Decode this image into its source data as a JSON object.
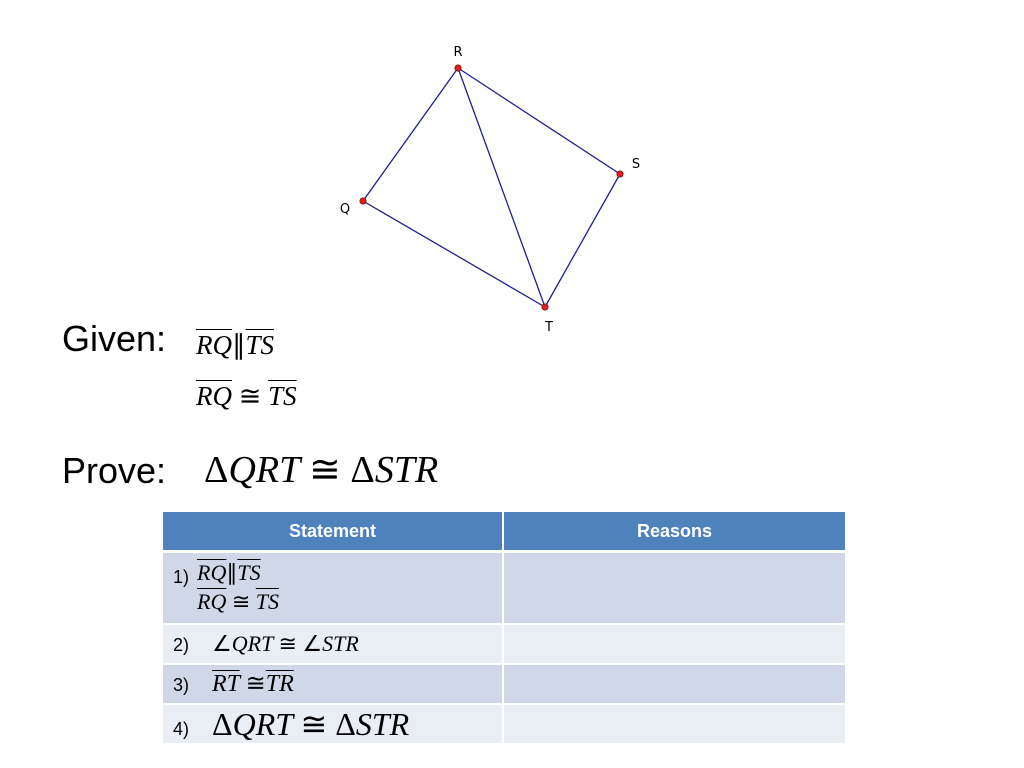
{
  "diagram": {
    "points": [
      {
        "id": "R",
        "label": "R"
      },
      {
        "id": "S",
        "label": "S"
      },
      {
        "id": "Q",
        "label": "Q"
      },
      {
        "id": "T",
        "label": "T"
      }
    ],
    "segments": [
      [
        "R",
        "S"
      ],
      [
        "S",
        "T"
      ],
      [
        "T",
        "Q"
      ],
      [
        "Q",
        "R"
      ],
      [
        "R",
        "T"
      ]
    ],
    "line_color": "#1f1f8f",
    "point_color": "#e02020"
  },
  "given": {
    "label": "Given:",
    "line1": {
      "a": "RQ",
      "rel": "∥",
      "b": "TS"
    },
    "line2": {
      "a": "RQ",
      "rel": "≅",
      "b": "TS"
    }
  },
  "prove": {
    "label": "Prove:",
    "tri": "Δ",
    "a": "QRT",
    "rel": "≅",
    "b": "STR"
  },
  "table": {
    "headers": [
      "Statement",
      "Reasons"
    ],
    "rows": [
      {
        "num": "1)",
        "line1": {
          "a": "RQ",
          "rel": "∥",
          "b": "TS"
        },
        "line2": {
          "a": "RQ",
          "rel": "≅",
          "b": "TS"
        },
        "reason": ""
      },
      {
        "num": "2)",
        "angle": "∠",
        "a": "QRT",
        "rel": "≅",
        "b": "STR",
        "reason": ""
      },
      {
        "num": "3)",
        "a": "RT",
        "rel": "≅",
        "b": "TR",
        "reason": ""
      },
      {
        "num": "4)",
        "tri": "Δ",
        "a": "QRT",
        "rel": "≅",
        "b": "STR",
        "reason": ""
      }
    ]
  }
}
